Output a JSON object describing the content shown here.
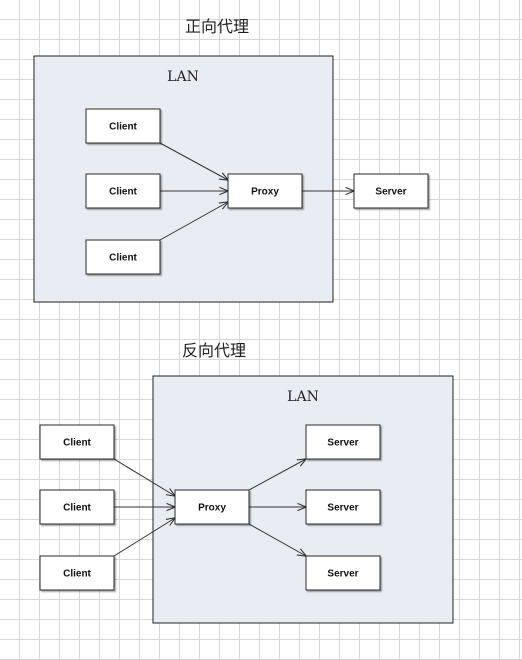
{
  "diagrams": [
    {
      "title": "正向代理",
      "lan_label": "LAN",
      "nodes": [
        {
          "id": "fc1",
          "label": "Client"
        },
        {
          "id": "fc2",
          "label": "Client"
        },
        {
          "id": "fc3",
          "label": "Client"
        },
        {
          "id": "fp",
          "label": "Proxy"
        },
        {
          "id": "fs",
          "label": "Server"
        }
      ],
      "edges": [
        {
          "from": "fc1",
          "to": "fp"
        },
        {
          "from": "fc2",
          "to": "fp"
        },
        {
          "from": "fc3",
          "to": "fp"
        },
        {
          "from": "fp",
          "to": "fs"
        }
      ]
    },
    {
      "title": "反向代理",
      "lan_label": "LAN",
      "nodes": [
        {
          "id": "rc1",
          "label": "Client"
        },
        {
          "id": "rc2",
          "label": "Client"
        },
        {
          "id": "rc3",
          "label": "Client"
        },
        {
          "id": "rp",
          "label": "Proxy"
        },
        {
          "id": "rs1",
          "label": "Server"
        },
        {
          "id": "rs2",
          "label": "Server"
        },
        {
          "id": "rs3",
          "label": "Server"
        }
      ],
      "edges": [
        {
          "from": "rc1",
          "to": "rp"
        },
        {
          "from": "rc2",
          "to": "rp"
        },
        {
          "from": "rc3",
          "to": "rp"
        },
        {
          "from": "rp",
          "to": "rs1"
        },
        {
          "from": "rp",
          "to": "rs2"
        },
        {
          "from": "rp",
          "to": "rs3"
        }
      ]
    }
  ]
}
